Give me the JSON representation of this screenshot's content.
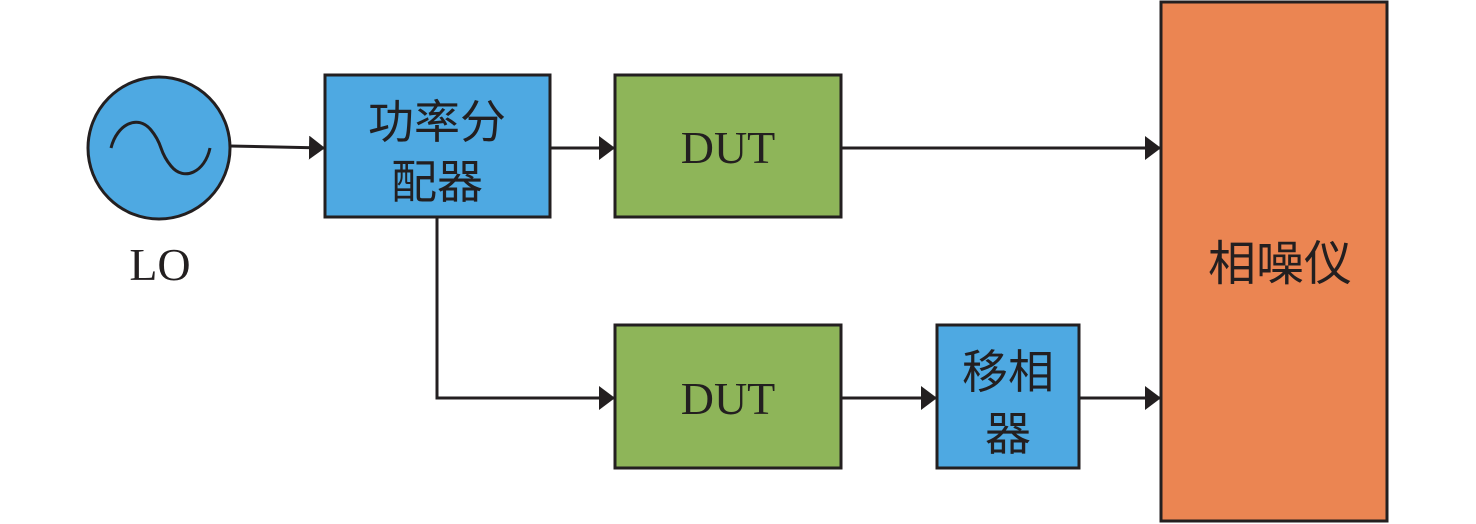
{
  "colors": {
    "blue_block": "#4ea9e2",
    "green_block": "#8eb559",
    "orange_block": "#eb8552",
    "line": "#231f20"
  },
  "oscillator": {
    "label": "LO",
    "icon": "sine-wave-icon"
  },
  "splitter": {
    "line1": "功率分",
    "line2": "配器"
  },
  "dut_top": {
    "label": "DUT"
  },
  "dut_bottom": {
    "label": "DUT"
  },
  "phase_shifter": {
    "line1": "移相",
    "line2": "器"
  },
  "analyzer": {
    "label": "相噪仪"
  }
}
